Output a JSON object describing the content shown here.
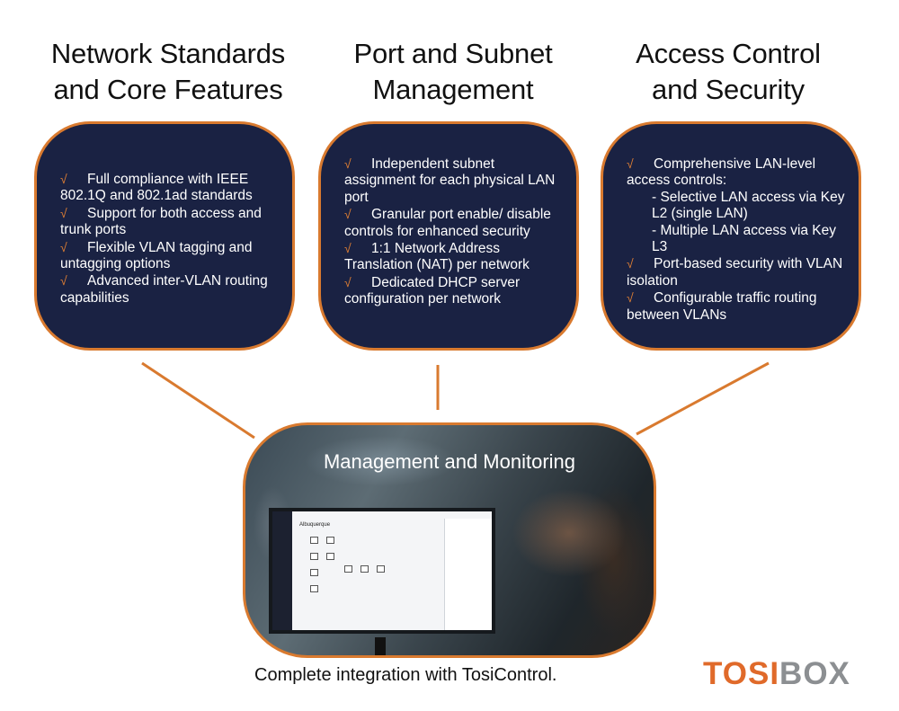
{
  "columns": [
    {
      "heading_line1": "Network Standards",
      "heading_line2": "and Core Features",
      "items": [
        "Full compliance with IEEE 802.1Q and 802.1ad standards",
        "Support for both access and trunk ports",
        "Flexible VLAN tagging and untagging options",
        "Advanced inter-VLAN routing capabilities"
      ]
    },
    {
      "heading_line1": "Port and Subnet",
      "heading_line2": "Management",
      "items": [
        "Independent subnet assignment for each physical LAN port",
        "Granular port enable/ disable controls for enhanced security",
        "1:1 Network Address Translation (NAT) per network",
        "Dedicated DHCP server configuration per network"
      ]
    },
    {
      "heading_line1": "Access Control",
      "heading_line2": "and Security",
      "items": [
        "Comprehensive LAN-level access controls:",
        "Port-based security with VLAN isolation",
        "Configurable traffic routing between VLANs"
      ],
      "subitems": [
        "- Selective LAN access via Key L2 (single LAN)",
        "- Multiple LAN access via Key L3"
      ]
    }
  ],
  "check_symbol": "√",
  "monitor": {
    "title": "Management and Monitoring",
    "screen_title": "Albuquerque"
  },
  "footer": "Complete integration with TosiControl.",
  "logo": {
    "part1": "TOSI",
    "part2": "BOX"
  },
  "colors": {
    "card_bg": "#1a2243",
    "accent": "#d97a2f",
    "logo_orange": "#e06a2a",
    "logo_gray": "#8c8f92"
  }
}
